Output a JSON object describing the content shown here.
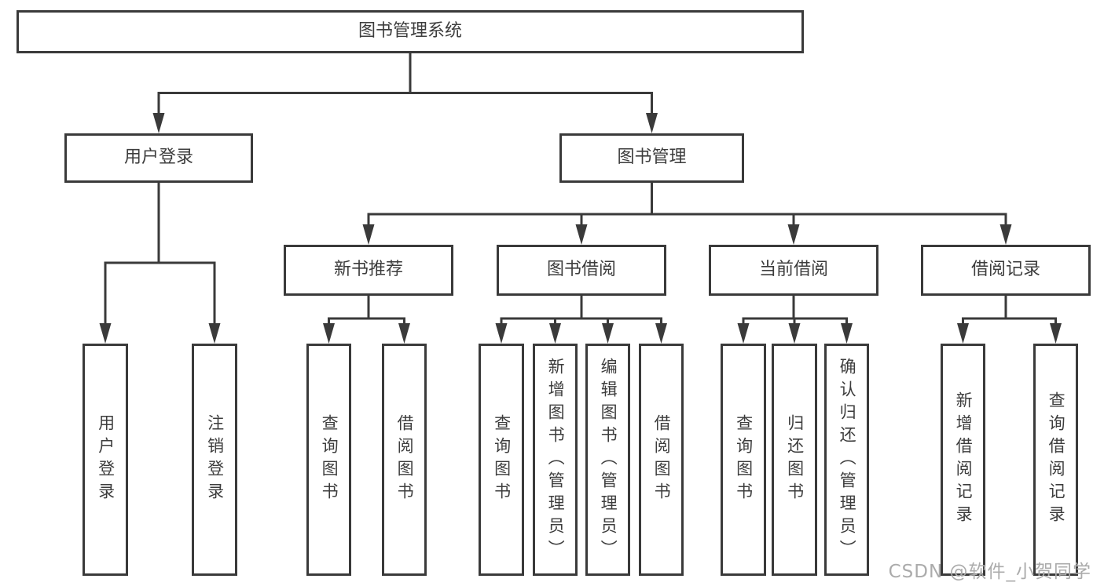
{
  "diagram": {
    "root": {
      "label": "图书管理系统",
      "children": [
        {
          "label": "用户登录",
          "children": [
            {
              "label": "用户登录"
            },
            {
              "label": "注销登录"
            }
          ]
        },
        {
          "label": "图书管理",
          "children": [
            {
              "label": "新书推荐",
              "children": [
                {
                  "label": "查询图书"
                },
                {
                  "label": "借阅图书"
                }
              ]
            },
            {
              "label": "图书借阅",
              "children": [
                {
                  "label": "查询图书"
                },
                {
                  "label": "新增图书（管理员）"
                },
                {
                  "label": "编辑图书（管理员）"
                },
                {
                  "label": "借阅图书"
                }
              ]
            },
            {
              "label": "当前借阅",
              "children": [
                {
                  "label": "查询图书"
                },
                {
                  "label": "归还图书"
                },
                {
                  "label": "确认归还（管理员）"
                }
              ]
            },
            {
              "label": "借阅记录",
              "children": [
                {
                  "label": "新增借阅记录"
                },
                {
                  "label": "查询借阅记录"
                }
              ]
            }
          ]
        }
      ]
    }
  },
  "watermark": "CSDN @软件_小贺同学",
  "colors": {
    "line": "#3a3a3a",
    "text": "#3d3d3d",
    "watermark": "#ababab",
    "background": "#ffffff"
  }
}
